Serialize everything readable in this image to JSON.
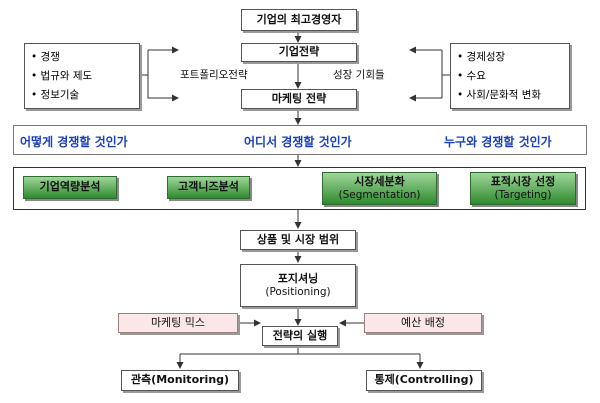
{
  "top": {
    "ceo": "기업의 최고경영자",
    "strategy": "기업전략",
    "marketing_strategy": "마케팅 전략",
    "portfolio_label": "포트폴리오전략",
    "growth_label": "성장 기회들"
  },
  "left_factors": [
    "• 경쟁",
    "• 법규와 제도",
    "• 정보기술"
  ],
  "right_factors": [
    "• 경제성장",
    "• 수요",
    "• 사회/문화적 변화"
  ],
  "questions": {
    "how": "어떻게 경쟁할 것인가",
    "where": "어디서 경쟁할 것인가",
    "who": "누구와 경쟁할 것인가"
  },
  "analysis": {
    "capability": "기업역량분석",
    "customer_needs": "고객니즈분석",
    "segmentation_kr": "시장세분화",
    "segmentation_en": "(Segmentation)",
    "targeting_kr": "표적시장 선정",
    "targeting_en": "(Targeting)"
  },
  "execution": {
    "product_market_scope": "상품 및 시장 범위",
    "positioning_kr": "포지셔닝",
    "positioning_en": "(Positioning)",
    "marketing_mix": "마케팅 믹스",
    "budget": "예산 배정",
    "implementation": "전략의 실행",
    "monitoring": "관측(Monitoring)",
    "controlling": "통제(Controlling)"
  },
  "colors": {
    "question_text": "#1a3fbf",
    "green_box": "#2f8a2f",
    "pink_box": "#fbe7e7"
  }
}
